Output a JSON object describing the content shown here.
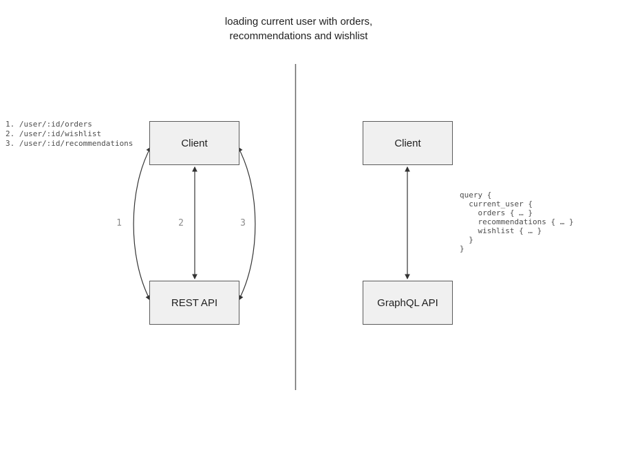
{
  "title": {
    "line1": "loading current user with orders,",
    "line2": "recommendations and wishlist"
  },
  "left_panel": {
    "endpoints": [
      "1. /user/:id/orders",
      "2. /user/:id/wishlist",
      "3. /user/:id/recommendations"
    ],
    "client_label": "Client",
    "api_label": "REST API",
    "arrow_labels": [
      "1",
      "2",
      "3"
    ]
  },
  "right_panel": {
    "client_label": "Client",
    "api_label": "GraphQL API",
    "query_lines": [
      "query {",
      "  current_user {",
      "    orders { … }",
      "    recommendations { … }",
      "    wishlist { … }",
      "  }",
      "}"
    ]
  },
  "colors": {
    "box_fill": "#f0f0f0",
    "box_border": "#5a5a5a",
    "arrow": "#333333",
    "divider": "#666666",
    "mono_text": "#4d4d4d",
    "title_text": "#1f1f1f",
    "arrow_label": "#8c8c8c"
  }
}
